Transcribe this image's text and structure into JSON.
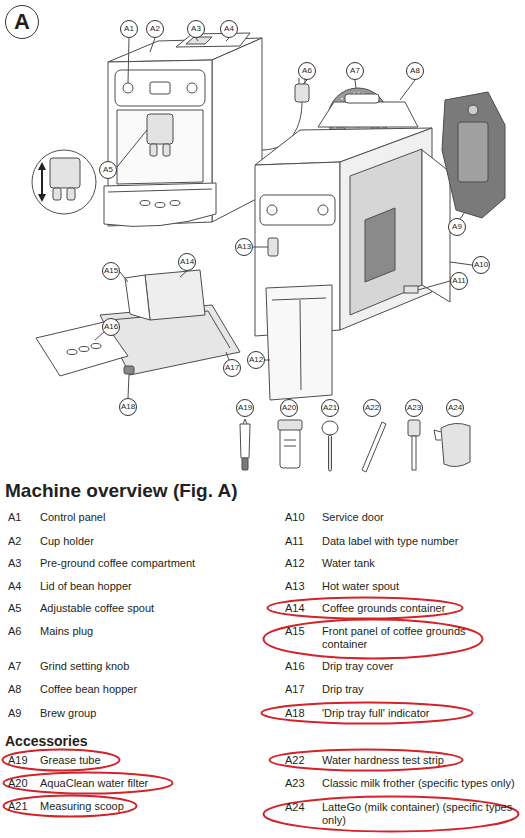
{
  "diagram": {
    "title": "Machine overview (Fig. A)",
    "nodes": [
      {
        "text": [
          "A"
        ]
      },
      {
        "text": [
          "A1"
        ]
      },
      {
        "text": [
          "A2"
        ]
      },
      {
        "text": [
          "A3"
        ]
      },
      {
        "text": [
          "A4"
        ]
      },
      {
        "text": [
          "A6"
        ]
      },
      {
        "text": [
          "A7"
        ]
      },
      {
        "text": [
          "A8"
        ]
      },
      {
        "text": [
          "A5"
        ]
      },
      {
        "text": [
          "A9"
        ]
      },
      {
        "text": [
          "A13"
        ]
      },
      {
        "text": [
          "A14"
        ]
      },
      {
        "text": [
          "A10"
        ]
      },
      {
        "text": [
          "A15"
        ]
      },
      {
        "text": [
          "A11"
        ]
      },
      {
        "text": [
          "A16"
        ]
      },
      {
        "text": [
          "A12"
        ]
      },
      {
        "text": [
          "A17"
        ]
      },
      {
        "text": [
          "A18"
        ]
      },
      {
        "text": [
          "A19"
        ]
      },
      {
        "text": [
          "A20"
        ]
      },
      {
        "text": [
          "A21"
        ]
      },
      {
        "text": [
          "A22"
        ]
      },
      {
        "text": [
          "A23"
        ]
      },
      {
        "text": [
          "A24"
        ]
      },
      {
        "text": [
          "A14",
          "Coffee grounds container"
        ]
      },
      {
        "text": [
          "A15",
          "Front panel of coffee grounds container"
        ]
      },
      {
        "text": [
          "A18",
          "'Drip tray full' indicator"
        ]
      },
      {
        "text": [
          "A19",
          "Grease tube"
        ]
      },
      {
        "text": [
          "A22",
          "Water hardness test strip"
        ]
      },
      {
        "text": [
          "A20",
          "AquaClean water filter"
        ]
      },
      {
        "text": [
          "A21",
          "Measuring scoop"
        ]
      },
      {
        "text": [
          "A24",
          "LatteGo (milk container) (specific types only)"
        ]
      }
    ],
    "labels": [
      "A1",
      "Control panel",
      "A10",
      "Service door",
      "A2",
      "Cup holder",
      "A11",
      "Data label with type number",
      "A3",
      "Pre-ground coffee compartment",
      "A12",
      "Water tank",
      "A4",
      "Lid of bean hopper",
      "A13",
      "Hot water spout",
      "A5",
      "Adjustable coffee spout",
      "A6",
      "Mains plug",
      "A7",
      "Grind setting knob",
      "A16",
      "Drip tray cover",
      "A8",
      "Coffee bean hopper",
      "A17",
      "Drip tray",
      "A9",
      "Brew group",
      "Accessories",
      "A23",
      "Classic milk frother (specific types only)"
    ]
  }
}
